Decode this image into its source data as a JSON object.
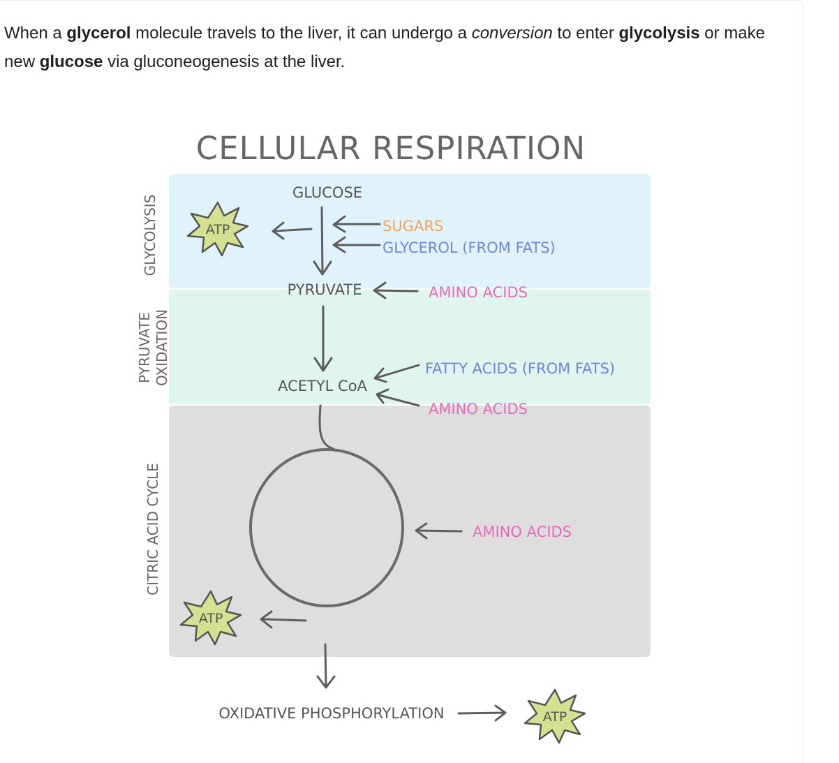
{
  "intro": {
    "part1": "When a ",
    "bold1": "glycerol",
    "part2": " molecule travels to the liver, it can undergo a ",
    "italic1": "conversion",
    "part3": " to enter ",
    "bold2": "glycolysis",
    "part4": " or make new ",
    "bold3": "glucose",
    "part5": " via gluconeogenesis at the liver."
  },
  "diagram": {
    "title": "CELLULAR RESPIRATION",
    "stages": {
      "glycolysis": "GLYCOLYSIS",
      "pyruvate_line1": "PYRUVATE",
      "pyruvate_line2": "OXIDATION",
      "citric": "CITRIC ACID CYCLE"
    },
    "nodes": {
      "glucose": "GLUCOSE",
      "pyruvate": "PYRUVATE",
      "acetyl_coa": "ACETYL CoA",
      "oxphos": "OXIDATIVE PHOSPHORYLATION"
    },
    "inputs": {
      "sugars": "SUGARS",
      "glycerol": "GLYCEROL (FROM FATS)",
      "amino_pyruvate": "AMINO ACIDS",
      "fatty_acids": "FATTY ACIDS (FROM FATS)",
      "amino_acetyl": "AMINO ACIDS",
      "amino_cycle": "AMINO ACIDS"
    },
    "atp": {
      "glycolysis": "ATP",
      "cycle": "ATP",
      "oxphos": "ATP"
    },
    "colors": {
      "glycolysis_band": "#e1f3fa",
      "pyruvate_band": "#dff5ee",
      "citric_band": "#dedede",
      "sugars": "#f0a45a",
      "glycerol": "#6f86d9",
      "amino": "#e56bb8",
      "fatty": "#6f86d9",
      "atp_fill": "#d3e191",
      "ink": "#5d5d5d"
    }
  }
}
